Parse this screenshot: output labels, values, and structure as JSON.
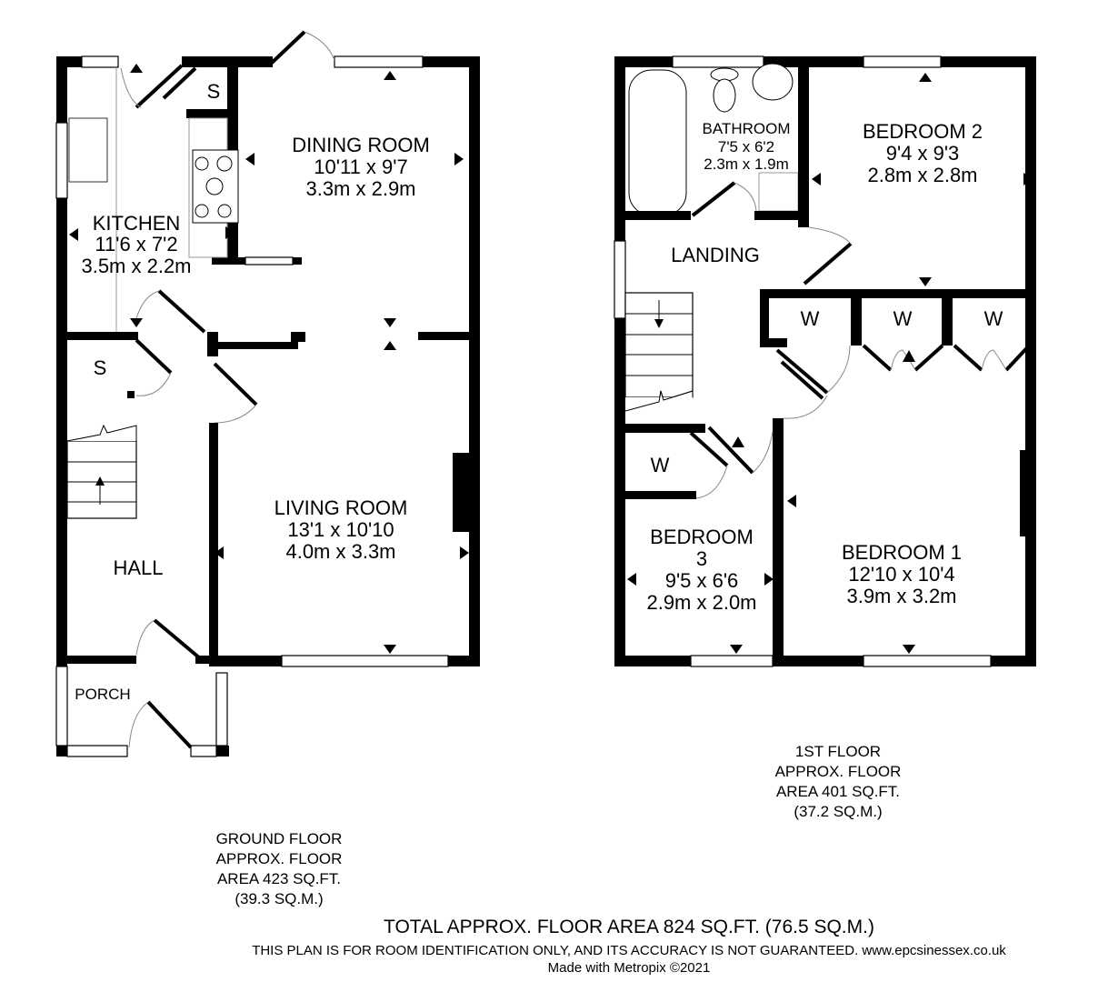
{
  "ground_floor": {
    "rooms": [
      {
        "name": "KITCHEN",
        "imperial": "11'6 x 7'2",
        "metric": "3.5m x 2.2m"
      },
      {
        "name": "DINING ROOM",
        "imperial": "10'11 x 9'7",
        "metric": "3.3m x 2.9m"
      },
      {
        "name": "LIVING ROOM",
        "imperial": "13'1 x 10'10",
        "metric": "4.0m x 3.3m"
      },
      {
        "name": "HALL"
      },
      {
        "name": "PORCH"
      }
    ],
    "storage_labels": [
      "S",
      "S"
    ],
    "area": {
      "line1": "GROUND FLOOR",
      "line2": "APPROX. FLOOR",
      "line3": "AREA 423 SQ.FT.",
      "line4": "(39.3 SQ.M.)"
    }
  },
  "first_floor": {
    "rooms": [
      {
        "name": "BATHROOM",
        "imperial": "7'5 x 6'2",
        "metric": "2.3m x 1.9m"
      },
      {
        "name": "BEDROOM 2",
        "imperial": "9'4 x 9'3",
        "metric": "2.8m x 2.8m"
      },
      {
        "name": "LANDING"
      },
      {
        "name_line1": "BEDROOM",
        "name_line2": "3",
        "imperial": "9'5 x 6'6",
        "metric": "2.9m x 2.0m"
      },
      {
        "name": "BEDROOM 1",
        "imperial": "12'10 x 10'4",
        "metric": "3.9m x 3.2m"
      }
    ],
    "wardrobe_labels": [
      "W",
      "W",
      "W",
      "W"
    ],
    "area": {
      "line1": "1ST FLOOR",
      "line2": "APPROX. FLOOR",
      "line3": "AREA 401 SQ.FT.",
      "line4": "(37.2 SQ.M.)"
    }
  },
  "footer": {
    "total": "TOTAL APPROX. FLOOR AREA 824 SQ.FT. (76.5 SQ.M.)",
    "disclaimer": "THIS PLAN IS FOR ROOM IDENTIFICATION ONLY, AND ITS ACCURACY IS NOT GUARANTEED. www.epcsinessex.co.uk",
    "credit": "Made with Metropix ©2021"
  }
}
